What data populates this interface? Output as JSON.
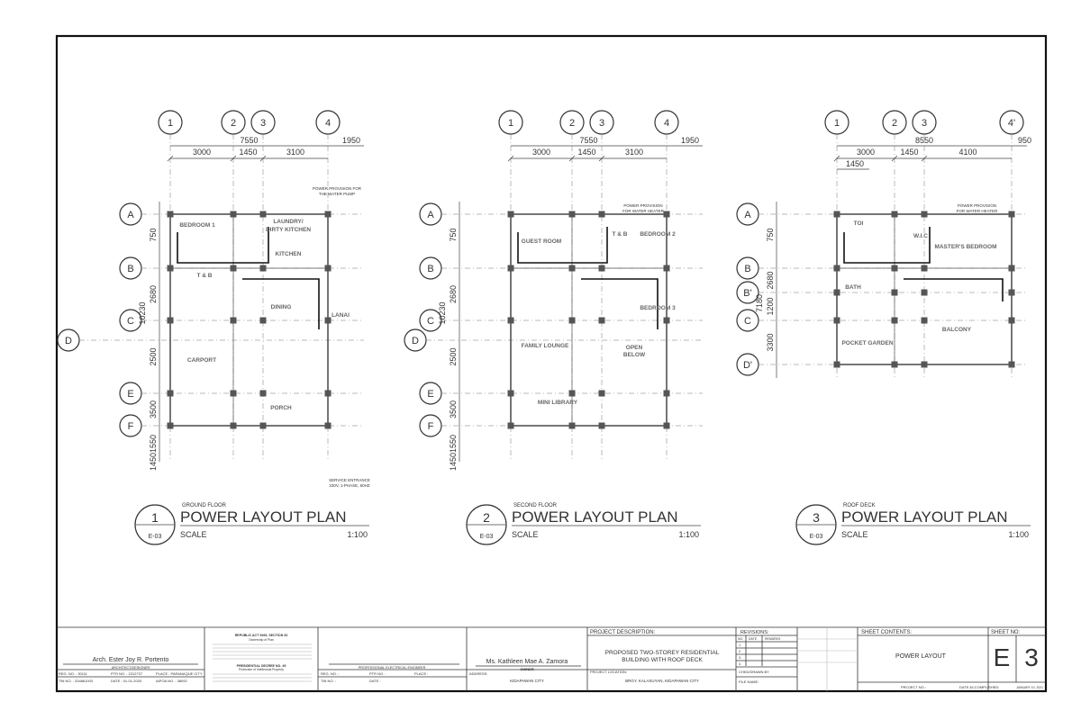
{
  "plans": [
    {
      "number": "1",
      "floor": "GROUND FLOOR",
      "title": "POWER LAYOUT PLAN",
      "sheet_ref": "E-03",
      "scale_label": "SCALE",
      "scale_value": "1:100",
      "grid_cols": [
        "1",
        "2",
        "3",
        "4"
      ],
      "grid_rows": [
        "A",
        "B",
        "C",
        "D",
        "E",
        "F"
      ],
      "top_dims": [
        "3000",
        "1450",
        "3100"
      ],
      "overall_dim": "7550",
      "side_dim": "1950",
      "left_dims": [
        "750",
        "2680",
        "2500",
        "3500",
        "1550",
        "1450"
      ],
      "left_overall": "10230",
      "rooms": [
        "BEDROOM 1",
        "LAUNDRY/",
        "DIRTY KITCHEN",
        "KITCHEN",
        "T & B",
        "DINING",
        "LANAI",
        "CARPORT",
        "PORCH"
      ],
      "notes": [
        "POWER PROVISION FOR",
        "THE WATER PUMP",
        "SERVICE ENTRANCE",
        "230V, 1-PHASE, 60HZ"
      ]
    },
    {
      "number": "2",
      "floor": "SECOND FLOOR",
      "title": "POWER LAYOUT PLAN",
      "sheet_ref": "E-03",
      "scale_label": "SCALE",
      "scale_value": "1:100",
      "grid_cols": [
        "1",
        "2",
        "3",
        "4"
      ],
      "grid_rows": [
        "A",
        "B",
        "C",
        "D",
        "E",
        "F"
      ],
      "top_dims": [
        "3000",
        "1450",
        "3100"
      ],
      "overall_dim": "7550",
      "side_dim": "1950",
      "left_dims": [
        "750",
        "2680",
        "2500",
        "3500",
        "1550",
        "1450"
      ],
      "left_overall": "10230",
      "rooms": [
        "GUEST ROOM",
        "T & B",
        "BEDROOM 2",
        "BEDROOM 3",
        "FAMILY LOUNGE",
        "OPEN",
        "BELOW",
        "MINI LIBRARY"
      ],
      "notes": [
        "POWER PROVISION",
        "FOR WATER HEATER"
      ]
    },
    {
      "number": "3",
      "floor": "ROOF DECK",
      "title": "POWER LAYOUT PLAN",
      "sheet_ref": "E-03",
      "scale_label": "SCALE",
      "scale_value": "1:100",
      "grid_cols": [
        "1",
        "2",
        "3",
        "4'"
      ],
      "grid_rows": [
        "A",
        "B",
        "B'",
        "C",
        "D'"
      ],
      "top_dims": [
        "3000",
        "1450",
        "4100"
      ],
      "extra_dim": "1450",
      "overall_dim": "8550",
      "side_dim": "950",
      "left_dims": [
        "750",
        "2680",
        "1200",
        "3300"
      ],
      "left_overall": "7180",
      "rooms": [
        "TOI",
        "W.I.C",
        "MASTER'S BEDROOM",
        "BATH",
        "POCKET GARDEN",
        "BALCONY"
      ],
      "notes": [
        "POWER PROVISION",
        "FOR WATER HEATER"
      ]
    }
  ],
  "title_block": {
    "architect": "Arch. Ester Joy R. Portento",
    "architect_role": "ARCHITECT/DESIGNER",
    "reg_no_label": "REG. NO.",
    "reg_no": "30111",
    "ptr_no_label": "PTR NO.",
    "ptr_no": "2312737",
    "place_label": "PLACE",
    "place": "PARANAQUE CITY",
    "tin_no_label": "TIN NO.",
    "tin_no": "334861003",
    "date_label": "DATE",
    "date": "01-01-2020",
    "iapoa_label": "IAPOA NO.",
    "iapoa": "38092",
    "law_title": "REPUBLIC ACT 9266, SECTION 33",
    "law_subtitle": "Ownership of Plan",
    "decree_title": "PRESIDENTIAL DECREE NO. 49",
    "decree_subtitle": "Protection of Intellectual Property",
    "engineer_role": "PROFESSIONAL ELECTRICAL ENGINEER",
    "eng_reg_label": "REG. NO.",
    "eng_ptr_label": "PTR NO.",
    "eng_place_label": "PLACE",
    "eng_tin_label": "TIN NO.",
    "eng_date_label": "DATE",
    "owner": "Ms. Kathleen Mae A. Zamora",
    "owner_role": "OWNER",
    "address_label": "ADDRESS:",
    "address": "KIDAPAWAN CITY",
    "project_desc_label": "PROJECT DESCRIPTION:",
    "project_desc_1": "PROPOSED TWO-STOREY RESIDENTIAL",
    "project_desc_2": "BUILDING WITH ROOF DECK",
    "project_location_label": "PROJECT LOCATION:",
    "project_location": "BRGY. KALASUYAN, KIDAPAWAN CITY",
    "revisions_label": "REVISIONS:",
    "rev_cols": [
      "NO.",
      "DATE",
      "REMARKS"
    ],
    "rev_rows": [
      "1",
      "2",
      "3",
      "4"
    ],
    "checked_label": "CHKD/DRAWN BY",
    "file_name_label": "FILE NAME:",
    "sheet_contents_label": "SHEET CONTENTS:",
    "sheet_contents": "POWER LAYOUT",
    "sheet_no_label": "SHEET NO:",
    "sheet_letter": "E",
    "sheet_number": "3",
    "project_no_label": "PROJECT NO.:",
    "date_accomplished_label": "DATE ACCOMPLISHED:",
    "date_accomplished": "JANUARY 10, 2021"
  }
}
